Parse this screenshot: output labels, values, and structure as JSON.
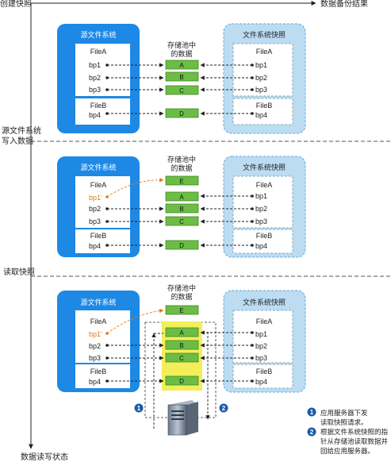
{
  "axes": {
    "top_left_label": "创建快照",
    "top_right_label": "数据备份结果",
    "bottom_label": "数据读写状态"
  },
  "phases": [
    {
      "side_label_lines": [
        "源文件系统",
        "写入数据"
      ]
    },
    {
      "side_label_lines": [
        "读取快照"
      ]
    }
  ],
  "panels": {
    "source_title": "源文件系统",
    "snapshot_title": "文件系统快照",
    "pool_title_lines": [
      "存储池中",
      "的数据"
    ]
  },
  "files": {
    "file_a": "FileA",
    "file_b": "FileB",
    "bp1": "bp1",
    "bp1_modified": "bp1'",
    "bp2": "bp2",
    "bp3": "bp3",
    "bp4": "bp4"
  },
  "blocks": [
    "A",
    "B",
    "C",
    "D",
    "E"
  ],
  "legend": [
    {
      "num": "1",
      "lines": [
        "应用服务器下发",
        "读取快照请求。"
      ]
    },
    {
      "num": "2",
      "lines": [
        "根据文件系统快照的指",
        "针从存储池读取数据并",
        "回给应用服务器。"
      ]
    }
  ],
  "colors": {
    "panel_blue": "#1e88e5",
    "panel_light": "#bcdcf2",
    "block_green": "#6cbd45",
    "highlight_yellow": "#f3ee5a",
    "modified_orange": "#e07a1f",
    "badge_blue": "#1c5aa8"
  }
}
